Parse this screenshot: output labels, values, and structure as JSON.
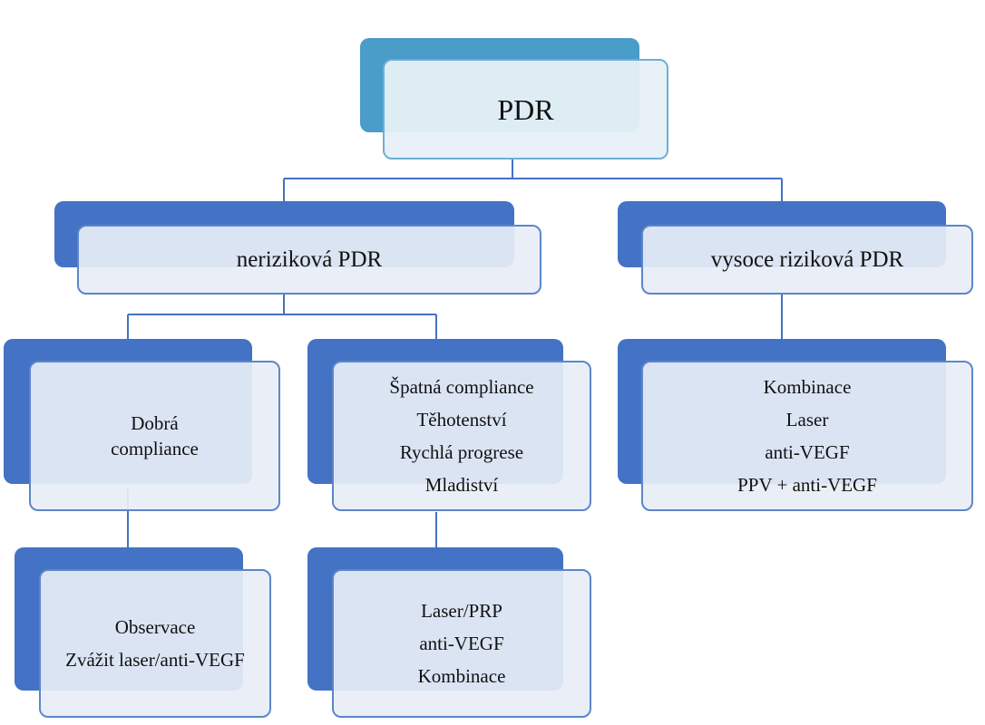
{
  "colors": {
    "root_accent": "#4a9cc9",
    "node_accent": "#4472c4",
    "node_border": "#5d86c8",
    "node_fill": "#e8eef6",
    "connector": "#4472c4"
  },
  "nodes": {
    "root": {
      "lines": [
        "PDR"
      ]
    },
    "low_risk": {
      "lines": [
        "neriziková PDR"
      ]
    },
    "high_risk": {
      "lines": [
        "vysoce riziková PDR"
      ]
    },
    "good_compliance": {
      "lines": [
        "Dobrá",
        "compliance"
      ]
    },
    "poor_compliance": {
      "lines": [
        "Špatná compliance",
        "Těhotenství",
        "Rychlá progrese",
        "Mladiství"
      ]
    },
    "high_risk_treatment": {
      "lines": [
        "Kombinace",
        "Laser",
        "anti-VEGF",
        "PPV + anti-VEGF"
      ]
    },
    "good_compliance_treatment": {
      "lines": [
        "Observace",
        "Zvážit laser/anti-VEGF"
      ]
    },
    "poor_compliance_treatment": {
      "lines": [
        "Laser/PRP",
        "anti-VEGF",
        "Kombinace"
      ]
    }
  }
}
